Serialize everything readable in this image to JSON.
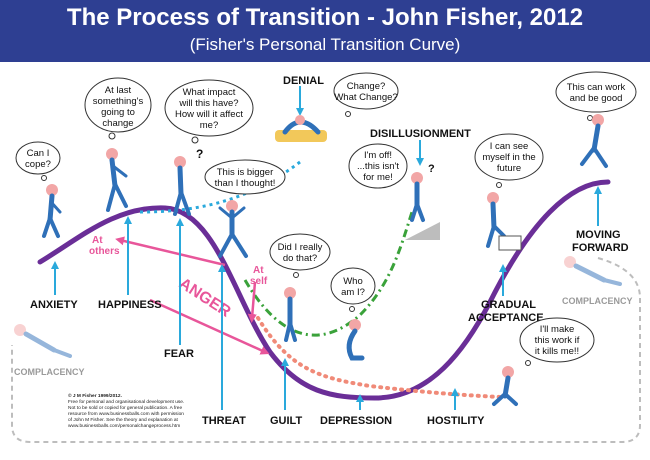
{
  "title": "The Process of Transition - John Fisher, 2012",
  "subtitle": "(Fisher's  Personal Transition Curve)",
  "stages": {
    "anxiety": "ANXIETY",
    "happiness": "HAPPINESS",
    "fear": "FEAR",
    "threat": "THREAT",
    "guilt": "GUILT",
    "depression": "DEPRESSION",
    "hostility": "HOSTILITY",
    "denial": "DENIAL",
    "disillusionment": "DISILLUSIONMENT",
    "gradual_acceptance_1": "GRADUAL",
    "gradual_acceptance_2": "ACCEPTANCE",
    "moving_forward_1": "MOVING",
    "moving_forward_2": "FORWARD"
  },
  "complacency": {
    "left": "COMPLACENCY",
    "right": "COMPLACENCY"
  },
  "anger": {
    "label": "ANGER",
    "at_others_1": "At",
    "at_others_2": "others",
    "at_self_1": "At",
    "at_self_2": "self"
  },
  "bubbles": {
    "can_cope": [
      "Can I",
      "cope?"
    ],
    "at_last": [
      "At last",
      "something's",
      "going to",
      "change"
    ],
    "what_impact": [
      "What impact",
      "will this have?",
      "How will it affect",
      "me?"
    ],
    "bigger": [
      "This is bigger",
      "than I thought!"
    ],
    "change": [
      "Change?",
      "What Change?"
    ],
    "im_off": [
      "I'm off!",
      "...this isn't",
      "for me!"
    ],
    "can_see": [
      "I can see",
      "myself in the",
      "future"
    ],
    "can_work": [
      "This can work",
      "and be good"
    ],
    "did_i": [
      "Did I really",
      "do that?"
    ],
    "who_am_i": [
      "Who",
      "am I?"
    ],
    "make_work": [
      "I'll make",
      "this work if",
      "it kills me!!"
    ]
  },
  "copyright": [
    "© J M Fisher 1999/2012.",
    "Free for personal and organisational development use.",
    "Not to be sold or copied for general publication. A free",
    "resource from www.businessballs.com with permission",
    "of John M Fisher. See the theory and explanation at",
    "www.businessballs.com/personalchangeprocess.htm"
  ],
  "colors": {
    "header": "#2e3f92",
    "curve": "#6a2e97",
    "arrow": "#2aa9dc",
    "dotted_blue": "#2aa9dc",
    "green_dash": "#3aa23a",
    "salmon_dots": "#f08a78",
    "anger_pink": "#e8569a",
    "figure": "#2f70b8"
  },
  "icons": [
    "person-figure-icon",
    "thought-bubble-icon",
    "up-arrow-icon",
    "question-mark-icon"
  ]
}
